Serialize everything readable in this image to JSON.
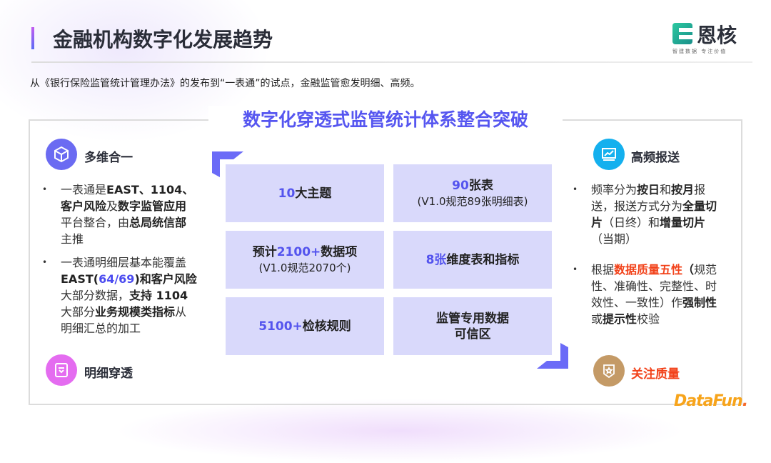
{
  "header": {
    "title": "金融机构数字化发展趋势",
    "logo_name": "恩核",
    "logo_slogan": "智建数据  专注价值"
  },
  "subtitle": "从《银行保险监管统计管理办法》的发布到“一表通”的试点，金融监管愈发明细、高频。",
  "main": {
    "heading": "数字化穿透式监管统计体系整合突破",
    "left": {
      "section1": {
        "title": "多维合一",
        "icon": "cube-icon"
      },
      "bullets": [
        [
          {
            "t": "一表通是"
          },
          {
            "t": "EAST、1104、",
            "b": 1
          },
          {
            "t": "客户风险",
            "b": 1
          },
          {
            "t": "及"
          },
          {
            "t": "数字监管应用",
            "b": 1
          },
          {
            "t": "平台整合，由"
          },
          {
            "t": "总局统信部",
            "b": 1
          },
          {
            "t": "主推"
          }
        ],
        [
          {
            "t": "一表通明细层基本能覆盖"
          },
          {
            "t": "EAST(",
            "b": 1
          },
          {
            "t": "64/69",
            "c": "#4a4af0",
            "b": 1
          },
          {
            "t": ")和客户风险",
            "b": 1
          },
          {
            "t": "大部分数据，"
          },
          {
            "t": "支持 1104",
            "b": 1
          },
          {
            "t": "大部分"
          },
          {
            "t": "业务规模类指标",
            "b": 1
          },
          {
            "t": "从明细汇总的加工"
          }
        ]
      ],
      "section2": {
        "title": "明细穿透",
        "icon": "inbox-icon"
      }
    },
    "grid": [
      {
        "num": "10",
        "text": "大主题",
        "sub": ""
      },
      {
        "num": "90",
        "text": "张表",
        "sub": "(V1.0规范89张明细表)"
      },
      {
        "pre": "预计",
        "num": "2100+",
        "text": "数据项",
        "sub": "(V1.0规范2070个)"
      },
      {
        "num": "8张",
        "text": "维度表和指标",
        "sub": ""
      },
      {
        "num": "5100+",
        "text": "检核规则",
        "sub": ""
      },
      {
        "text": "监管专用数据",
        "sub2": "可信区"
      }
    ],
    "right": {
      "section1": {
        "title": "高频报送",
        "icon": "chart-trend-icon"
      },
      "bullets": [
        [
          {
            "t": "频率分为"
          },
          {
            "t": "按日",
            "b": 1
          },
          {
            "t": "和"
          },
          {
            "t": "按月",
            "b": 1
          },
          {
            "t": "报送，报送方式分为"
          },
          {
            "t": "全量切片",
            "b": 1
          },
          {
            "t": "（日终）和"
          },
          {
            "t": "增量切片",
            "b": 1
          },
          {
            "t": "（当期）"
          }
        ],
        [
          {
            "t": "根据"
          },
          {
            "t": "数据质量五性",
            "b": 1,
            "c": "#f2421a"
          },
          {
            "t": "（",
            "b": 1
          },
          {
            "t": "规范性、准确性、完整性、时效性、一致性）作"
          },
          {
            "t": "强制性",
            "b": 1
          },
          {
            "t": "或"
          },
          {
            "t": "提示性",
            "b": 1
          },
          {
            "t": "校验"
          }
        ]
      ],
      "section2": {
        "title": "关注质量",
        "icon": "shield-star-icon"
      }
    }
  },
  "watermark": {
    "a": "DataFun",
    "b": "."
  },
  "colors": {
    "accent": "#5656f0",
    "cell": "#d9d9fb",
    "red": "#f2421a"
  }
}
